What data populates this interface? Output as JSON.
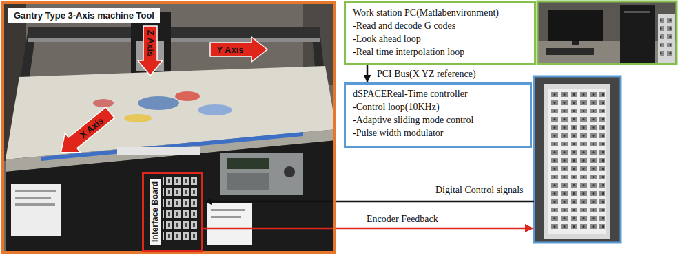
{
  "diagram": {
    "nodes": [
      {
        "text": [
          "Gantry Type 3-Axis machine Tool"
        ]
      },
      {
        "text": [
          "Interface Board"
        ],
        "in": 0
      },
      {
        "text": [
          "Work station PC(Matlabenvironment)",
          "-Read and decode G codes",
          "-Look ahead loop",
          "-Real time interpolation loop"
        ]
      },
      {
        "text": [
          "dSPACEReal-Time controller",
          "-Control loop(10KHz)",
          "-Adaptive sliding mode control",
          "-Pulse width modulator"
        ]
      }
    ],
    "edges": [
      {
        "from": 2,
        "to": 3,
        "label": "PCI Bus(X YZ reference)",
        "arrow": "to"
      }
    ],
    "labels": [
      "X Axis",
      "Z Axis",
      "Y Axis",
      "Digital Control signals",
      "Encoder Feedback"
    ]
  }
}
